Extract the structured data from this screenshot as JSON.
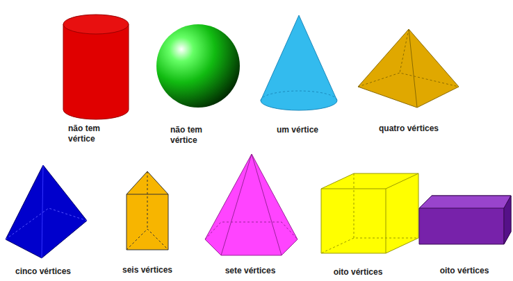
{
  "diagram": {
    "labels": [
      "não tem vértice",
      "não tem vértice",
      "um vértice",
      "quatro vértices",
      "cinco vértices",
      "seis vértices",
      "sete vértices",
      "oito vértices",
      "oito vértices"
    ]
  }
}
